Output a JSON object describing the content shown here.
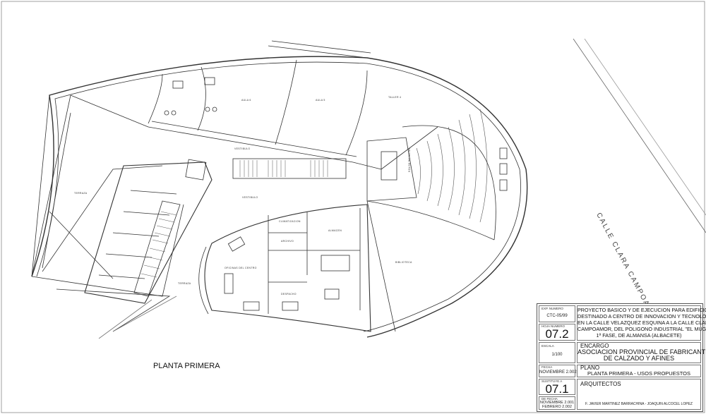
{
  "drawing": {
    "plan_title": "PLANTA PRIMERA",
    "street_label": "CALLE CLARA CAMPOAMOR",
    "rooms": [
      "AULA 6",
      "AULA 5",
      "TALLER 4",
      "VESTIBULO",
      "VESTIBULO",
      "SALON DE ACTOS",
      "TERRAZA",
      "TERRAZA",
      "ALMACEN",
      "OFICINAS DEL CENTRO",
      "DESPACHO",
      "BIBLIOTECA",
      "CLIMATIZACION",
      "ARCHIVO"
    ]
  },
  "title_block": {
    "exp_label": "EXP. NUMERO",
    "exp_value": "CTC-05/99",
    "hoja_label": "HOJA NUMERO",
    "hoja_value": "07.2",
    "escala_label": "ESCALA",
    "escala_value": "1/100",
    "fecha_label": "FECHA",
    "fecha_value": "NOVIEMBRE 2.002",
    "sustituye_label": "SUSTITUYE A",
    "sustituye_value": "07.1",
    "defecha_label": "DE FECHA",
    "defecha_value1": "NOVIEMBRE 2.001",
    "defecha_value2": "FEBRERO 2.002",
    "project_lines": [
      "PROYECTO BASICO Y DE EJECUCION PARA EDIFICIO",
      "DESTINADO A CENTRO DE INNOVACION Y TECNOLOGIA",
      "EN LA CALLE VELAZQUEZ ESQUINA A LA CALLE CLARA",
      "CAMPOAMOR, DEL POLIGONO INDUSTRIAL \"EL MUGRON\"",
      "1ª FASE, DE ALMANSA (ALBACETE)"
    ],
    "encargo_label": "ENCARGO",
    "encargo_lines": [
      "ASOCIACION PROVINCIAL DE FABRICANTES",
      "DE CALZADO Y AFINES"
    ],
    "plano_label": "PLANO",
    "plano_value": "PLANTA PRIMERA - USOS PROPUESTOS",
    "arquitectos_label": "ARQUITECTOS",
    "arquitectos_names": "F. JAVIER MARTINEZ BARRACHINA - JOAQUIN ALCOCEL LOPEZ"
  }
}
